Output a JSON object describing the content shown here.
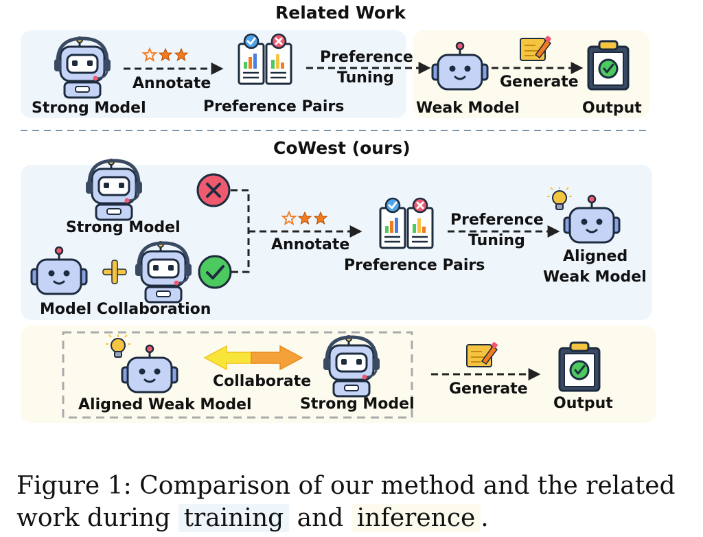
{
  "related": {
    "title": "Related Work",
    "strong_model": "Strong Model",
    "annotate": "Annotate",
    "pref_pairs": "Preference Pairs",
    "pref_tuning_1": "Preference",
    "pref_tuning_2": "Tuning",
    "weak_model": "Weak Model",
    "generate": "Generate",
    "output": "Output"
  },
  "cowest": {
    "title": "CoWest (ours)",
    "strong_model": "Strong Model",
    "model_collab": "Model Collaboration",
    "annotate": "Annotate",
    "pref_pairs": "Preference Pairs",
    "pref_tuning_1": "Preference",
    "pref_tuning_2": "Tuning",
    "aligned_1": "Aligned",
    "aligned_2": "Weak Model",
    "aligned_weak_model": "Aligned Weak Model",
    "collaborate": "Collaborate",
    "strong_model_2": "Strong Model",
    "generate": "Generate",
    "output": "Output"
  },
  "caption": {
    "prefix": "Figure 1:",
    "line1": "Comparison of our method and the related",
    "line2_a": "work during",
    "training": "training",
    "and": "and",
    "inference": "inference",
    "period": "."
  },
  "colors": {
    "training_bg": "#eef6fc",
    "inference_bg": "#fdfbee",
    "robot_body": "#c5d4f6",
    "robot_outline": "#1d2b3f",
    "headset": "#3a4a63",
    "reject": "#ef5a6f",
    "accept": "#4cc95f",
    "star": "#f47c20",
    "dash": "#222222"
  },
  "icons": [
    "robot-headset-icon",
    "robot-icon",
    "star-icon",
    "chart-document-icon",
    "check-badge-icon",
    "cross-badge-icon",
    "note-pencil-icon",
    "clipboard-check-icon",
    "lightbulb-icon",
    "plus-icon",
    "double-arrow-icon",
    "x-circle-icon",
    "check-circle-icon"
  ]
}
